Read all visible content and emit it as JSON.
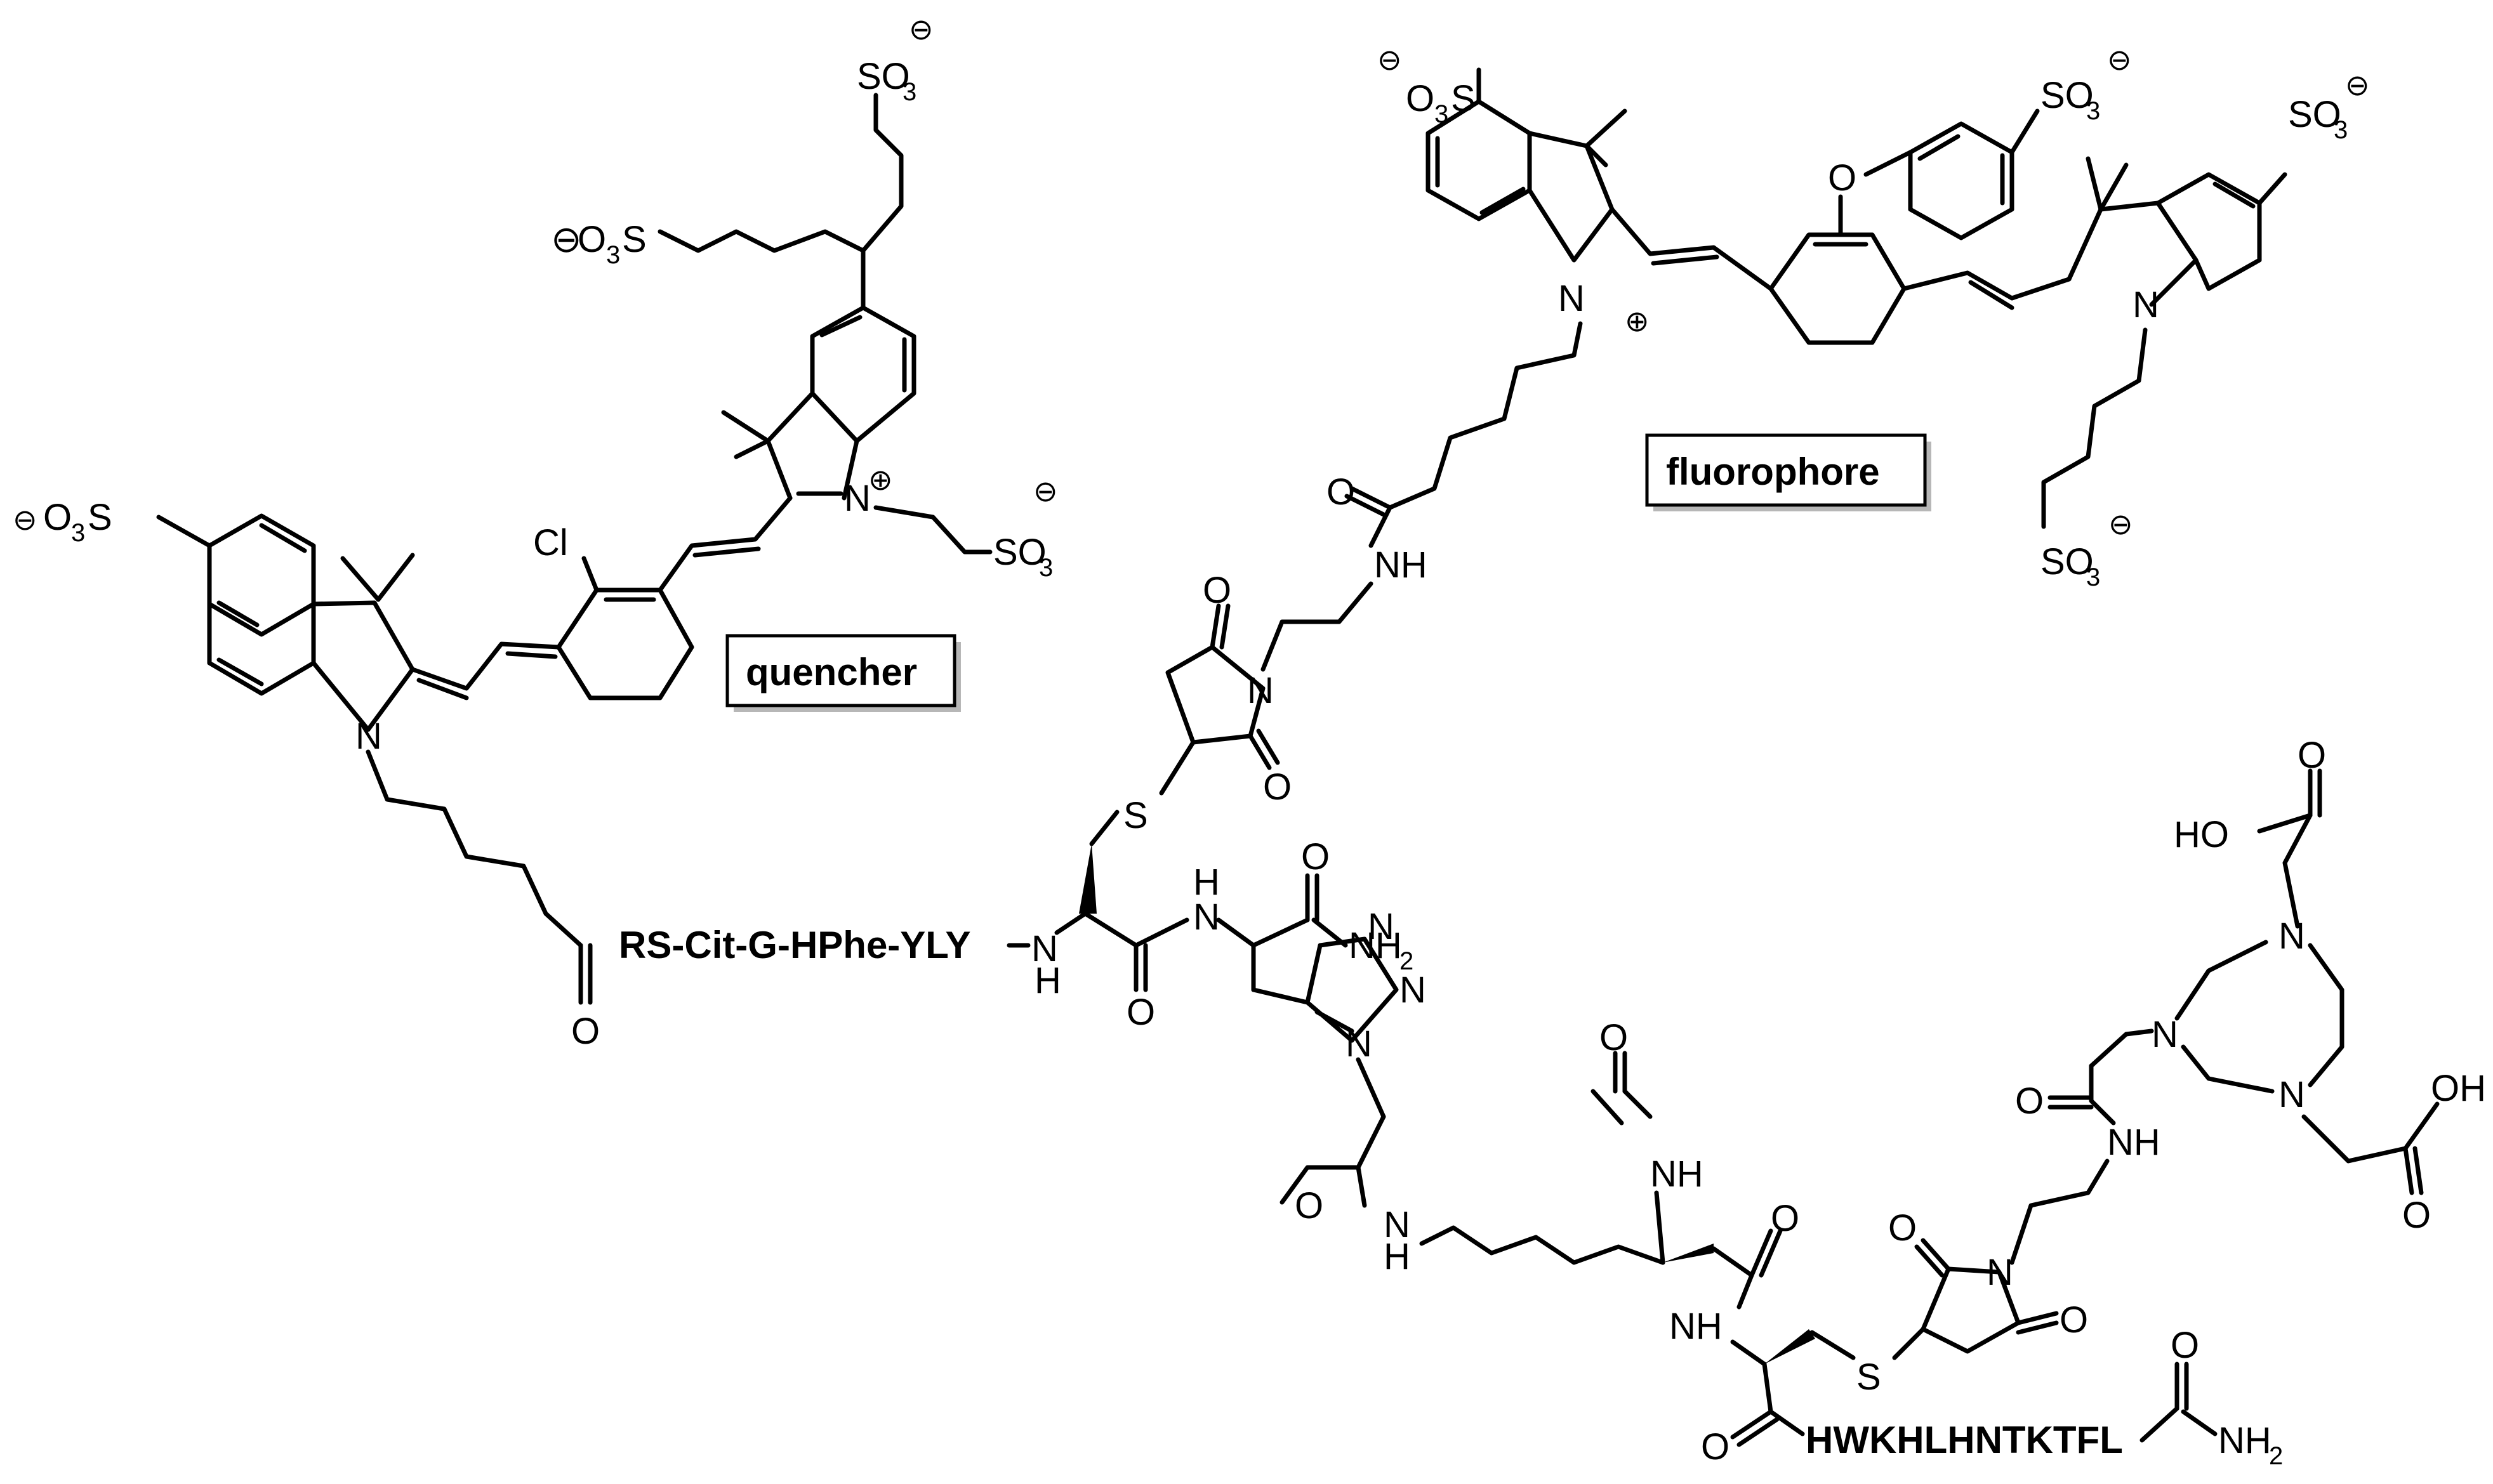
{
  "labels": {
    "quencher": "quencher",
    "fluorophore": "fluorophore"
  },
  "sequences": {
    "quencher_peptide": "RS-Cit-G-HPhe-YLY",
    "c_terminal_peptide": "HWKHLHNTKTFL"
  },
  "atoms": {
    "sulfonate": "SO",
    "sulfonate_left": "O",
    "sulfonate_left_s": "S",
    "three": "3",
    "two": "2",
    "minus": "⊖",
    "plus": "⊕",
    "nitrogen": "N",
    "oxygen": "O",
    "sulfur": "S",
    "chlorine": "Cl",
    "amine": "NH",
    "hydrogen": "H",
    "acid": "HO",
    "acid_right": "OH",
    "amide_nh": "NH"
  },
  "colors": {
    "ink": "#000000",
    "shadow": "#b7b7b7",
    "background": "#ffffff"
  }
}
